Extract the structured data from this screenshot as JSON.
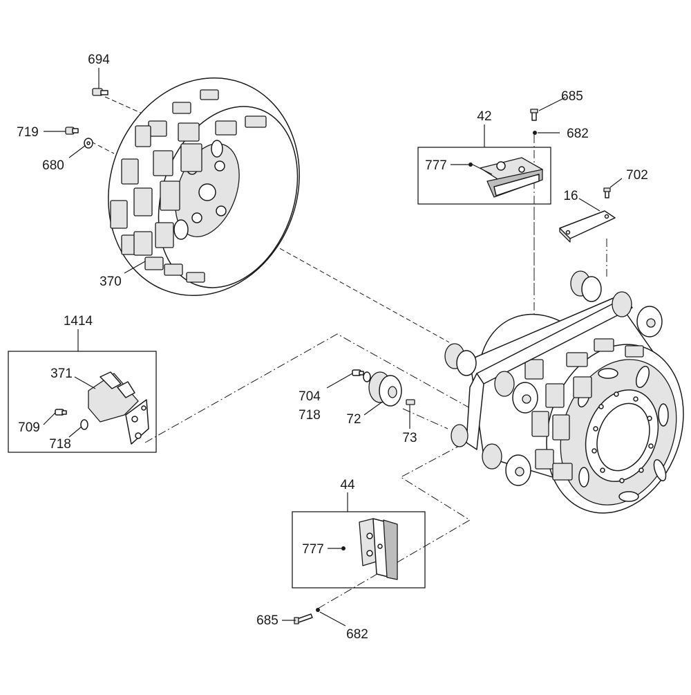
{
  "diagram": {
    "labels": {
      "l694": "694",
      "l719": "719",
      "l680": "680",
      "l370": "370",
      "l42": "42",
      "l685_top": "685",
      "l682_top": "682",
      "l777_top": "777",
      "l702": "702",
      "l16": "16",
      "l1414": "1414",
      "l371": "371",
      "l709": "709",
      "l718_left": "718",
      "l704": "704",
      "l718_mid": "718",
      "l72": "72",
      "l73": "73",
      "l44": "44",
      "l777_bottom": "777",
      "l685_bottom": "685",
      "l682_bottom": "682"
    }
  }
}
